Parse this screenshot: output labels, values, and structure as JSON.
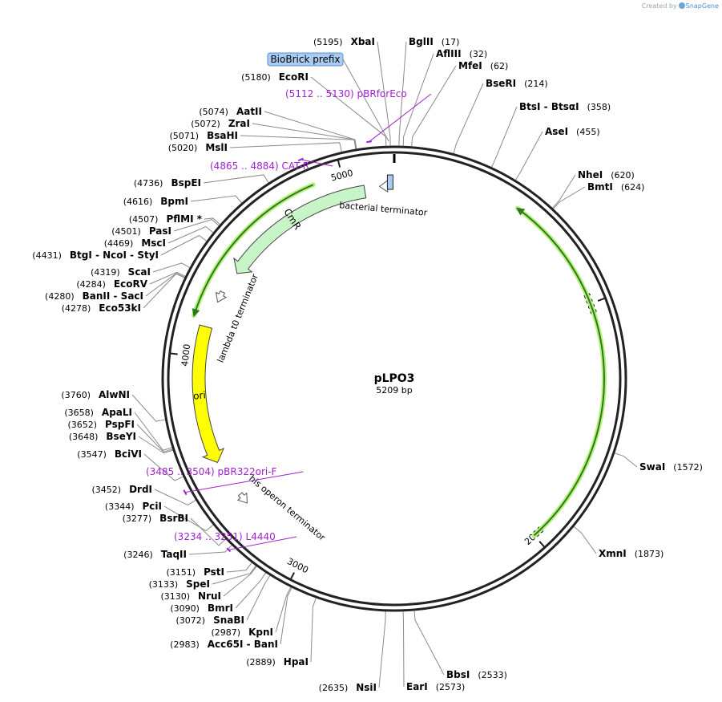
{
  "credit": {
    "prefix": "Created by",
    "brand": "SnapGene"
  },
  "plasmid": {
    "name": "pLPO3",
    "length_label": "5209 bp",
    "length": 5209
  },
  "tick_labels": [
    "1000",
    "2000",
    "3000",
    "4000",
    "5000"
  ],
  "feature_tag": "BioBrick prefix",
  "sites": [
    {
      "name": "XbaI",
      "pos": "(5195)",
      "side": "L",
      "bp": 5195
    },
    {
      "name": "BglII",
      "pos": "(17)",
      "side": "R",
      "bp": 17
    },
    {
      "name": "AflIII",
      "pos": "(32)",
      "side": "R",
      "bp": 32
    },
    {
      "name": "MfeI",
      "pos": "(62)",
      "side": "R",
      "bp": 62
    },
    {
      "name": "BseRI",
      "pos": "(214)",
      "side": "R",
      "bp": 214
    },
    {
      "name": "BtsI - BtsαI",
      "pos": "(358)",
      "side": "R",
      "bp": 358
    },
    {
      "name": "AseI",
      "pos": "(455)",
      "side": "R",
      "bp": 455
    },
    {
      "name": "NheI",
      "pos": "(620)",
      "side": "R",
      "bp": 620
    },
    {
      "name": "BmtI",
      "pos": "(624)",
      "side": "R",
      "bp": 624
    },
    {
      "name": "SwaI",
      "pos": "(1572)",
      "side": "R",
      "bp": 1572
    },
    {
      "name": "XmnI",
      "pos": "(1873)",
      "side": "R",
      "bp": 1873
    },
    {
      "name": "BbsI",
      "pos": "(2533)",
      "side": "R",
      "bp": 2533
    },
    {
      "name": "EarI",
      "pos": "(2573)",
      "side": "R",
      "bp": 2573
    },
    {
      "name": "NsiI",
      "pos": "(2635)",
      "side": "L",
      "bp": 2635
    },
    {
      "name": "HpaI",
      "pos": "(2889)",
      "side": "L",
      "bp": 2889
    },
    {
      "name": "Acc65I - BanI",
      "pos": "(2983)",
      "side": "L",
      "bp": 2983
    },
    {
      "name": "KpnI",
      "pos": "(2987)",
      "side": "L",
      "bp": 2987
    },
    {
      "name": "SnaBI",
      "pos": "(3072)",
      "side": "L",
      "bp": 3072
    },
    {
      "name": "BmrI",
      "pos": "(3090)",
      "side": "L",
      "bp": 3090
    },
    {
      "name": "NruI",
      "pos": "(3130)",
      "side": "L",
      "bp": 3130
    },
    {
      "name": "SpeI",
      "pos": "(3133)",
      "side": "L",
      "bp": 3133
    },
    {
      "name": "PstI",
      "pos": "(3151)",
      "side": "L",
      "bp": 3151
    },
    {
      "name": "TaqII",
      "pos": "(3246)",
      "side": "L",
      "bp": 3246
    },
    {
      "name": "BsrBI",
      "pos": "(3277)",
      "side": "L",
      "bp": 3277
    },
    {
      "name": "PciI",
      "pos": "(3344)",
      "side": "L",
      "bp": 3344
    },
    {
      "name": "DrdI",
      "pos": "(3452)",
      "side": "L",
      "bp": 3452
    },
    {
      "name": "BciVI",
      "pos": "(3547)",
      "side": "L",
      "bp": 3547
    },
    {
      "name": "BseYI",
      "pos": "(3648)",
      "side": "L",
      "bp": 3648
    },
    {
      "name": "PspFI",
      "pos": "(3652)",
      "side": "L",
      "bp": 3652
    },
    {
      "name": "ApaLI",
      "pos": "(3658)",
      "side": "L",
      "bp": 3658
    },
    {
      "name": "AlwNI",
      "pos": "(3760)",
      "side": "L",
      "bp": 3760
    },
    {
      "name": "Eco53kI",
      "pos": "(4278)",
      "side": "L",
      "bp": 4278
    },
    {
      "name": "BanII - SacI",
      "pos": "(4280)",
      "side": "L",
      "bp": 4280
    },
    {
      "name": "EcoRV",
      "pos": "(4284)",
      "side": "L",
      "bp": 4284
    },
    {
      "name": "ScaI",
      "pos": "(4319)",
      "side": "L",
      "bp": 4319
    },
    {
      "name": "BtgI - NcoI - StyI",
      "pos": "(4431)",
      "side": "L",
      "bp": 4431
    },
    {
      "name": "MscI",
      "pos": "(4469)",
      "side": "L",
      "bp": 4469
    },
    {
      "name": "PasI",
      "pos": "(4501)",
      "side": "L",
      "bp": 4501
    },
    {
      "name": "PflMI *",
      "pos": "(4507)",
      "side": "L",
      "bp": 4507
    },
    {
      "name": "BpmI",
      "pos": "(4616)",
      "side": "L",
      "bp": 4616
    },
    {
      "name": "BspEI",
      "pos": "(4736)",
      "side": "L",
      "bp": 4736
    },
    {
      "name": "MslI",
      "pos": "(5020)",
      "side": "L",
      "bp": 5020
    },
    {
      "name": "BsaHI",
      "pos": "(5071)",
      "side": "L",
      "bp": 5071
    },
    {
      "name": "ZraI",
      "pos": "(5072)",
      "side": "L",
      "bp": 5072
    },
    {
      "name": "AatII",
      "pos": "(5074)",
      "side": "L",
      "bp": 5074
    },
    {
      "name": "EcoRI",
      "pos": "(5180)",
      "side": "L",
      "bp": 5180
    }
  ],
  "primers": [
    {
      "name": "pBRforEco",
      "range": "(5112 .. 5130)",
      "start": 5112,
      "end": 5130
    },
    {
      "name": "CAT-R",
      "range": "(4865 .. 4884)",
      "start": 4865,
      "end": 4884
    },
    {
      "name": "pBR322ori-F",
      "range": "(3485 .. 3504)",
      "start": 3485,
      "end": 3504
    },
    {
      "name": "L4440",
      "range": "(3234 .. 3251)",
      "start": 3234,
      "end": 3251
    }
  ],
  "features": [
    {
      "name": "CmR",
      "type": "cds",
      "color": "#c8f5c8",
      "start": 4395,
      "end": 5080,
      "direction": "reverse"
    },
    {
      "name": "ori",
      "type": "rep_origin",
      "color": "#ffff00",
      "start": 3540,
      "end": 4130,
      "direction": "reverse"
    },
    {
      "name": "bacterial terminator",
      "type": "terminator",
      "color": "#ffffff",
      "bp": 5180
    },
    {
      "name": "lambda t0 terminator",
      "type": "terminator",
      "color": "#ffffff",
      "bp": 4280
    },
    {
      "name": "his operon terminator",
      "type": "terminator",
      "color": "#ffffff",
      "bp": 3360
    }
  ],
  "orfs": [
    {
      "start": 4160,
      "end": 4880,
      "direction": "reverse",
      "color": "#2d7a1e"
    },
    {
      "start": 520,
      "end": 2000,
      "direction": "reverse",
      "color": "#2d7a1e"
    }
  ],
  "colors": {
    "backbone": "#222222",
    "primer": "#a020d0",
    "tag_fill": "#a8ccf2",
    "tag_stroke": "#5b8fd0",
    "orf_glow": "#b6f07a"
  }
}
